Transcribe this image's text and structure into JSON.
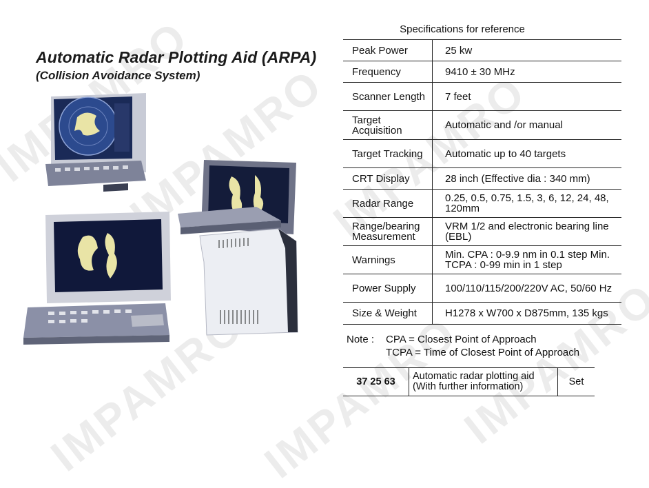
{
  "header": {
    "title": "Automatic Radar Plotting Aid (ARPA)",
    "subtitle": "(Collision Avoidance System)"
  },
  "specs": {
    "caption": "Specifications for reference",
    "rows": [
      {
        "label": "Peak Power",
        "value": "25 kw"
      },
      {
        "label": "Frequency",
        "value": "9410 ± 30 MHz"
      },
      {
        "label": "Scanner Length",
        "value": "7 feet"
      },
      {
        "label": "Target Acquisition",
        "value": "Automatic and /or manual"
      },
      {
        "label": "Target Tracking",
        "value": "Automatic up to 40 targets"
      },
      {
        "label": "CRT Display",
        "value": "28 inch (Effective dia : 340 mm)"
      },
      {
        "label": "Radar Range",
        "value": "0.25, 0.5, 0.75, 1.5, 3, 6, 12, 24, 48, 120mm"
      },
      {
        "label": "Range/bearing Measurement",
        "value": "VRM 1/2 and electronic bearing line (EBL)"
      },
      {
        "label": "Warnings",
        "value": "Min. CPA : 0-9.9 nm in 0.1 step Min. TCPA : 0-99 min in 1 step"
      },
      {
        "label": "Power Supply",
        "value": "100/110/115/200/220V AC, 50/60 Hz"
      },
      {
        "label": "Size & Weight",
        "value": "H1278 x W700 x D875mm, 135 kgs"
      }
    ]
  },
  "note": {
    "label": "Note :",
    "line1": "CPA  = Closest Point of Approach",
    "line2": "TCPA = Time of Closest Point of Approach"
  },
  "order": {
    "code": "37 25 63",
    "description": "Automatic radar plotting aid (With further information)",
    "unit": "Set"
  },
  "watermark": {
    "text": "IMPAMRO"
  },
  "colors": {
    "screen": "#1a2a57",
    "radar_land": "#e9e4a6",
    "console": "#8b90a7",
    "cabinet": "#d9dbe2"
  }
}
